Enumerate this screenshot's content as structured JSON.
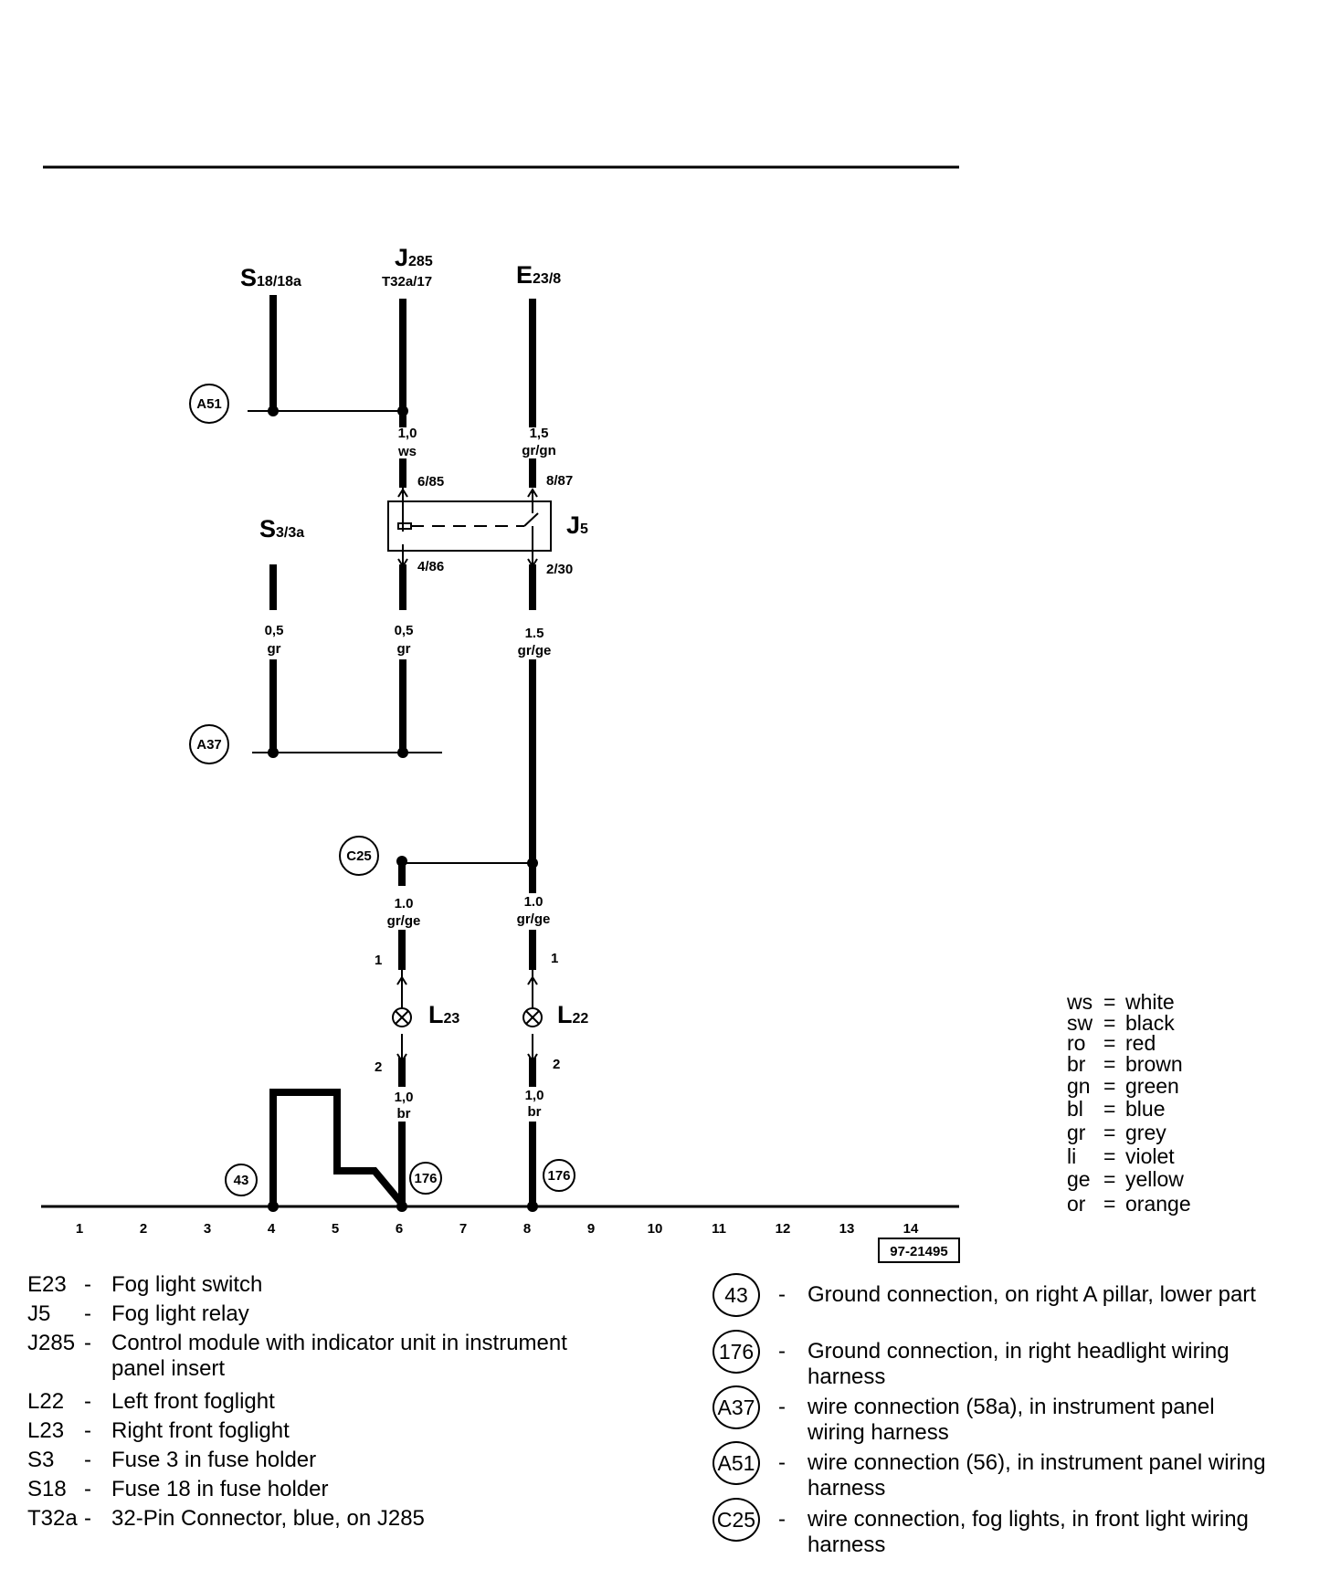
{
  "diagram": {
    "components": {
      "s18": {
        "main": "S",
        "sub": "18/18a"
      },
      "j285": {
        "main": "J",
        "sub": "285",
        "pin": "T32a/17"
      },
      "e23": {
        "main": "E",
        "sub": "23/8"
      },
      "s3": {
        "main": "S",
        "sub": "3/3a"
      },
      "j5": {
        "main": "J",
        "sub": "5"
      },
      "l23": {
        "main": "L",
        "sub": "23"
      },
      "l22": {
        "main": "L",
        "sub": "22"
      }
    },
    "connectors": {
      "a51": "A51",
      "a37": "A37",
      "c25": "C25",
      "g43": "43",
      "g176_left": "176",
      "g176_right": "176"
    },
    "wires": {
      "j285_size": "1,0",
      "j285_color": "ws",
      "e23_size": "1,5",
      "e23_color": "gr/gn",
      "s3_size": "0,5",
      "s3_color": "gr",
      "j5_4_size": "0,5",
      "j5_4_color": "gr",
      "j5_2_size": "1.5",
      "j5_2_color": "gr/ge",
      "l23_top_size": "1.0",
      "l23_top_color": "gr/ge",
      "l22_top_size": "1.0",
      "l22_top_color": "gr/ge",
      "l23_bot_size": "1,0",
      "l23_bot_color": "br",
      "l22_bot_size": "1,0",
      "l22_bot_color": "br"
    },
    "pins": {
      "j5_685": "6/85",
      "j5_887": "8/87",
      "j5_486": "4/86",
      "j5_230": "2/30",
      "l23_1": "1",
      "l23_2": "2",
      "l22_1": "1",
      "l22_2": "2"
    },
    "track_numbers": [
      "1",
      "2",
      "3",
      "4",
      "5",
      "6",
      "7",
      "8",
      "9",
      "10",
      "11",
      "12",
      "13",
      "14"
    ],
    "figure_id": "97-21495"
  },
  "color_legend": [
    {
      "code": "ws",
      "name": "white"
    },
    {
      "code": "sw",
      "name": "black"
    },
    {
      "code": "ro",
      "name": "red"
    },
    {
      "code": "br",
      "name": "brown"
    },
    {
      "code": "gn",
      "name": "green"
    },
    {
      "code": "bl",
      "name": "blue"
    },
    {
      "code": "gr",
      "name": "grey"
    },
    {
      "code": "li",
      "name": "violet"
    },
    {
      "code": "ge",
      "name": "yellow"
    },
    {
      "code": "or",
      "name": "orange"
    }
  ],
  "component_legend": [
    {
      "code": "E23",
      "desc": "Fog light switch",
      "desc2": ""
    },
    {
      "code": "J5",
      "desc": "Fog light relay",
      "desc2": ""
    },
    {
      "code": "J285",
      "desc": "Control module with indicator unit in instrument",
      "desc2": "panel insert"
    },
    {
      "code": "L22",
      "desc": "Left front foglight",
      "desc2": ""
    },
    {
      "code": "L23",
      "desc": "Right front foglight",
      "desc2": ""
    },
    {
      "code": "S3",
      "desc": "Fuse 3 in fuse holder",
      "desc2": ""
    },
    {
      "code": "S18",
      "desc": "Fuse 18 in fuse holder",
      "desc2": ""
    },
    {
      "code": "T32a",
      "desc": "32-Pin Connector, blue, on J285",
      "desc2": ""
    }
  ],
  "connection_legend": [
    {
      "id": "43",
      "line1": "Ground connection, on right A pillar, lower part",
      "line2": ""
    },
    {
      "id": "176",
      "line1": "Ground connection, in right headlight wiring",
      "line2": "harness"
    },
    {
      "id": "A37",
      "line1": "wire connection (58a), in instrument panel",
      "line2": "wiring harness"
    },
    {
      "id": "A51",
      "line1": "wire connection (56), in instrument panel wiring",
      "line2": "harness"
    },
    {
      "id": "C25",
      "line1": "wire connection, fog lights, in front light wiring",
      "line2": "harness"
    }
  ],
  "dash": "-",
  "equals": "="
}
